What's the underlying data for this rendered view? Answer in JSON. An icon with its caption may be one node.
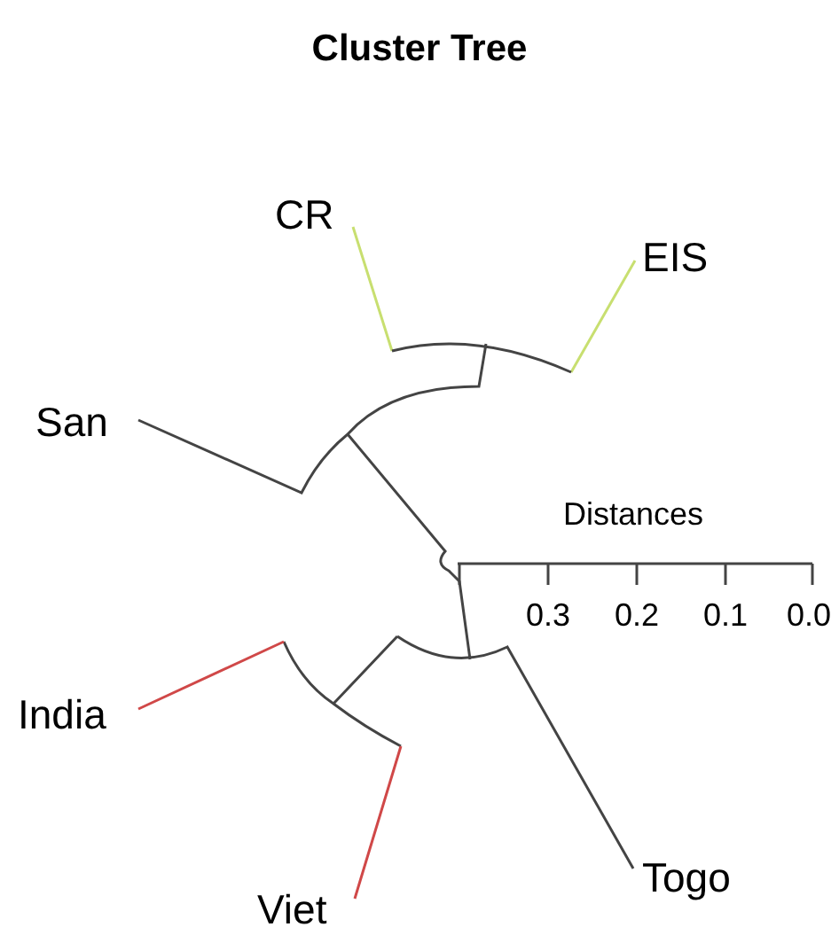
{
  "diagram": {
    "title": "Cluster Tree",
    "labels": [
      "CR",
      "EIS",
      "San",
      "Distances",
      "0.3",
      "0.2",
      "0.1",
      "0.0",
      "India",
      "Viet",
      "Togo"
    ]
  }
}
